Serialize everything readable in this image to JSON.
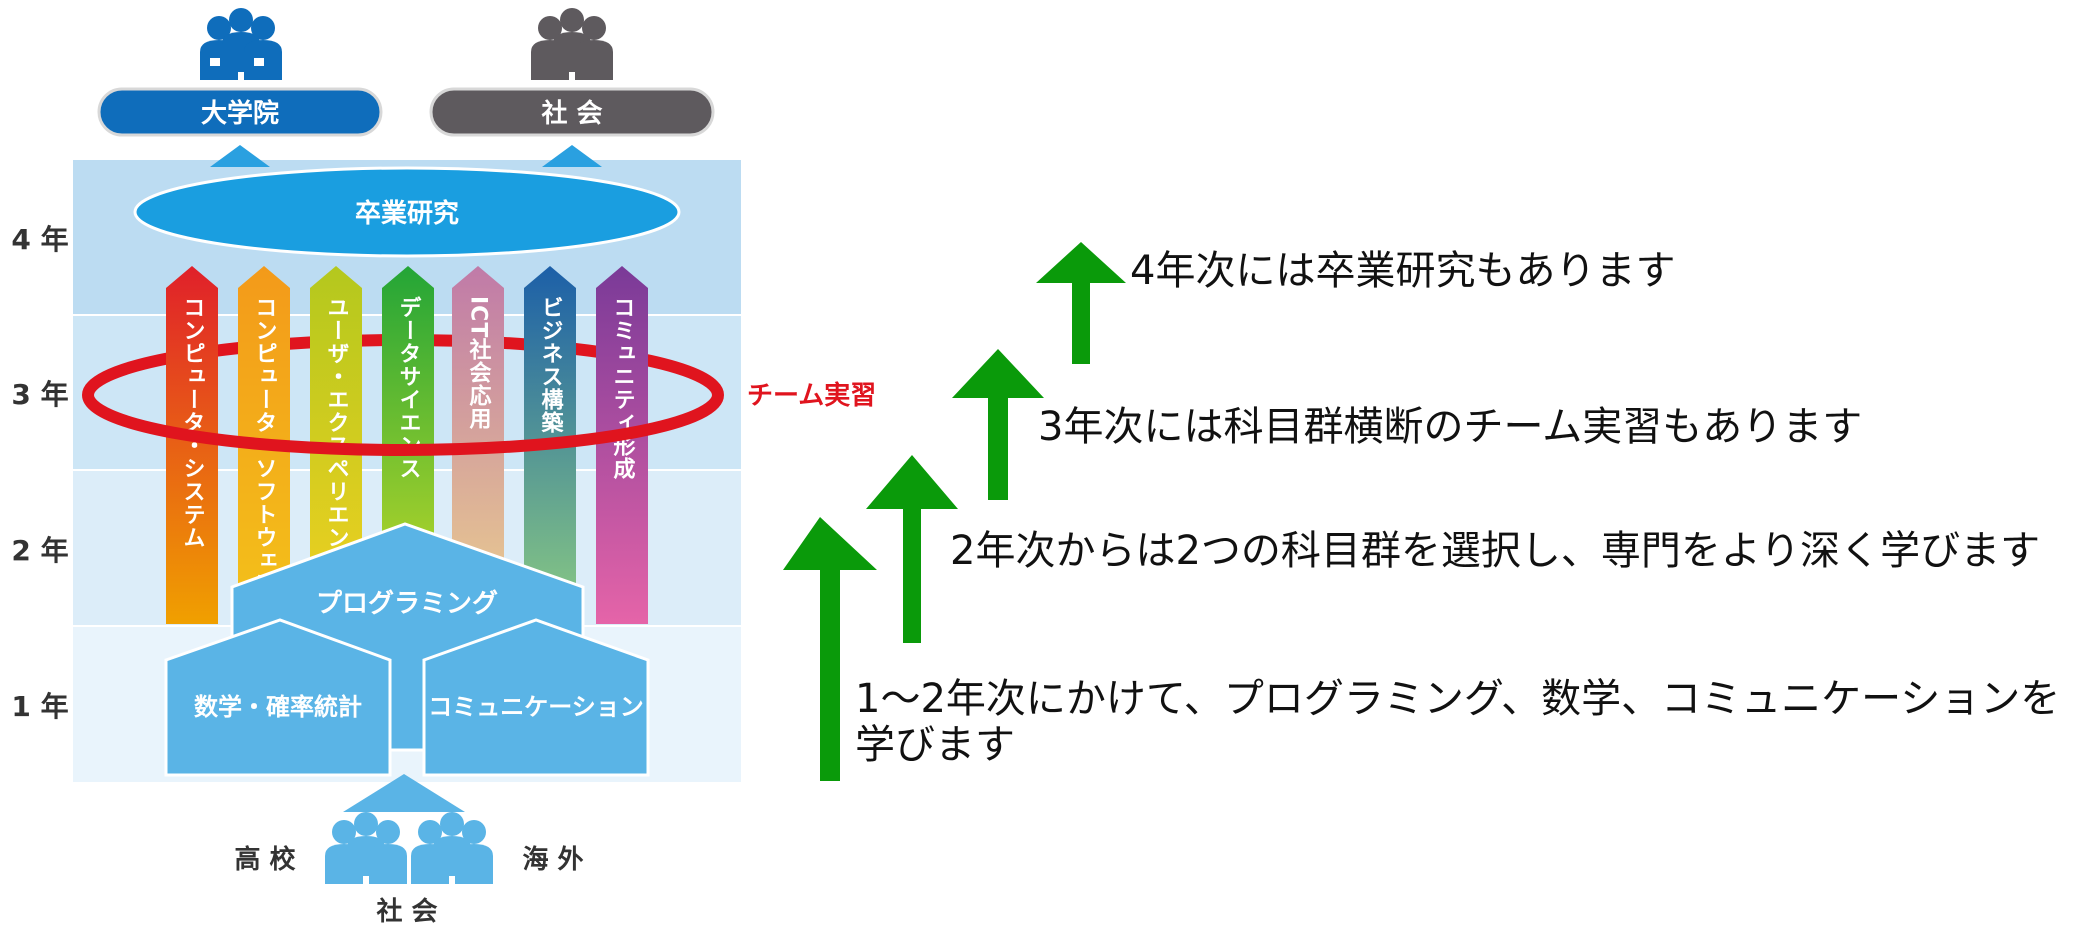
{
  "outputs": {
    "left": {
      "label": "大学院",
      "color": "#0f6dbb"
    },
    "right": {
      "label": "社 会",
      "color": "#5e5a5e"
    }
  },
  "years": [
    "4 年",
    "3 年",
    "2 年",
    "1 年"
  ],
  "graduation_research": "卒業研究",
  "team_practice": "チーム実習",
  "subject_groups": [
    {
      "label": "コンピュータ・システム",
      "top": "#e0202a",
      "bottom": "#f0a000"
    },
    {
      "label": "コンピュータ・ソフトウェア",
      "top": "#f39a1a",
      "bottom": "#f3c21a"
    },
    {
      "label": "ユーザ・エクスペリエンス",
      "top": "#b4c81e",
      "bottom": "#f0d020"
    },
    {
      "label": "データサイエンス",
      "top": "#23a537",
      "bottom": "#c8dc28"
    },
    {
      "label": "ICT社会応用",
      "top": "#c07aa8",
      "bottom": "#ecd08e"
    },
    {
      "label": "ビジネス構築",
      "top": "#1c5fa8",
      "bottom": "#8ccc82"
    },
    {
      "label": "コミュニティ形成",
      "top": "#7a3a98",
      "bottom": "#e564a8"
    }
  ],
  "foundation": {
    "programming": "プログラミング",
    "math": "数学・確率統計",
    "communication": "コミュニケーション"
  },
  "inputs": {
    "left": "高 校",
    "right": "海 外",
    "bottom": "社 会"
  },
  "captions": [
    "4年次には卒業研究もあります",
    "3年次には科目群横断のチーム実習もあります",
    "2年次からは2つの科目群を選択し、専門をより深く学びます",
    "1～2年次にかけて、プログラミング、数学、コミュニケーションを学びます"
  ],
  "arrow_color": "#0a9a0a"
}
